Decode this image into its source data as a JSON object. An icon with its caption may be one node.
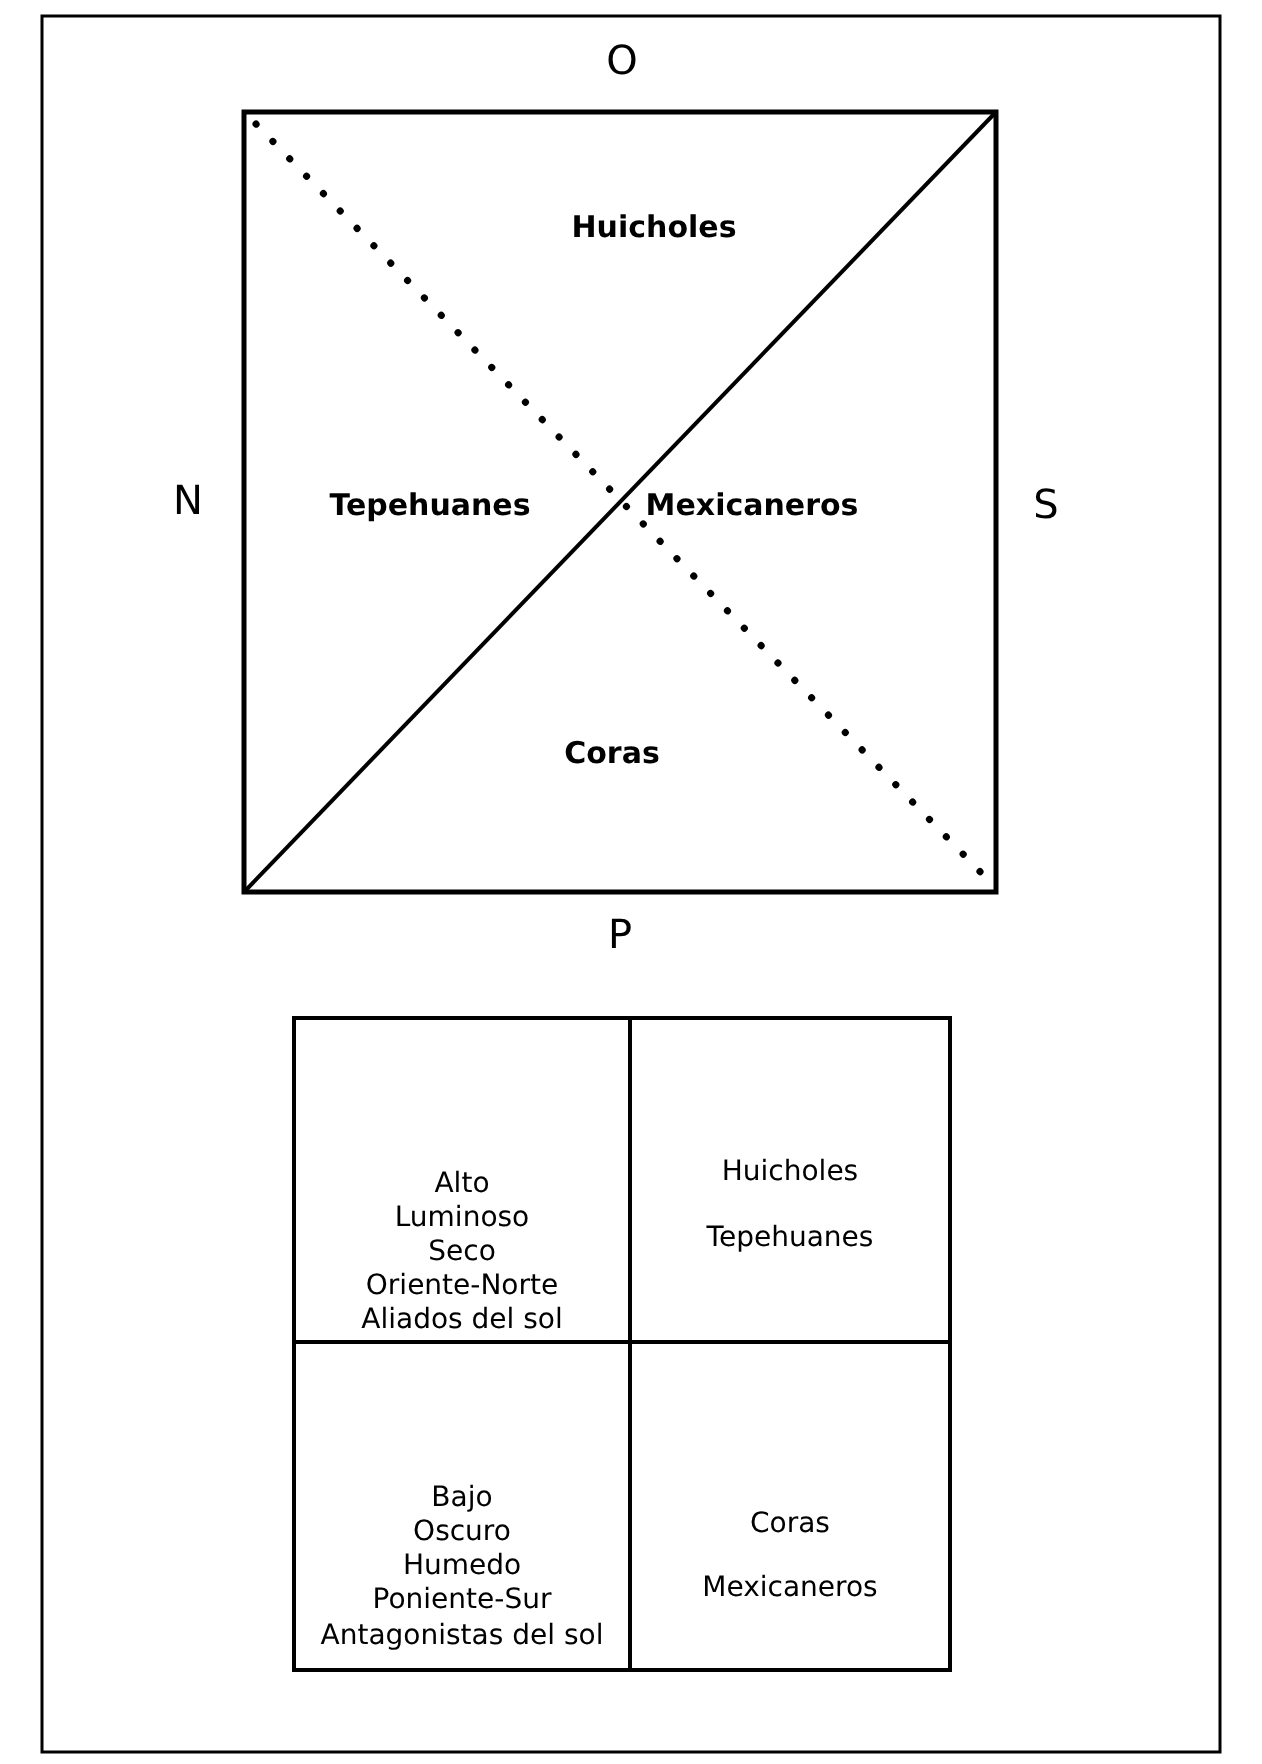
{
  "diagram": {
    "labels": [
      "O",
      "Huicholes",
      "N",
      "Tepehuanes",
      "Mexicaneros",
      "S",
      "Coras",
      "P",
      "Alto",
      "Luminoso",
      "Seco",
      "Oriente-Norte",
      "Aliados del sol",
      "Huicholes",
      "Tepehuanes",
      "Bajo",
      "Oscuro",
      "Humedo",
      "Poniente-Sur",
      "Antagonistas del sol",
      "Coras",
      "Mexicaneros"
    ]
  }
}
